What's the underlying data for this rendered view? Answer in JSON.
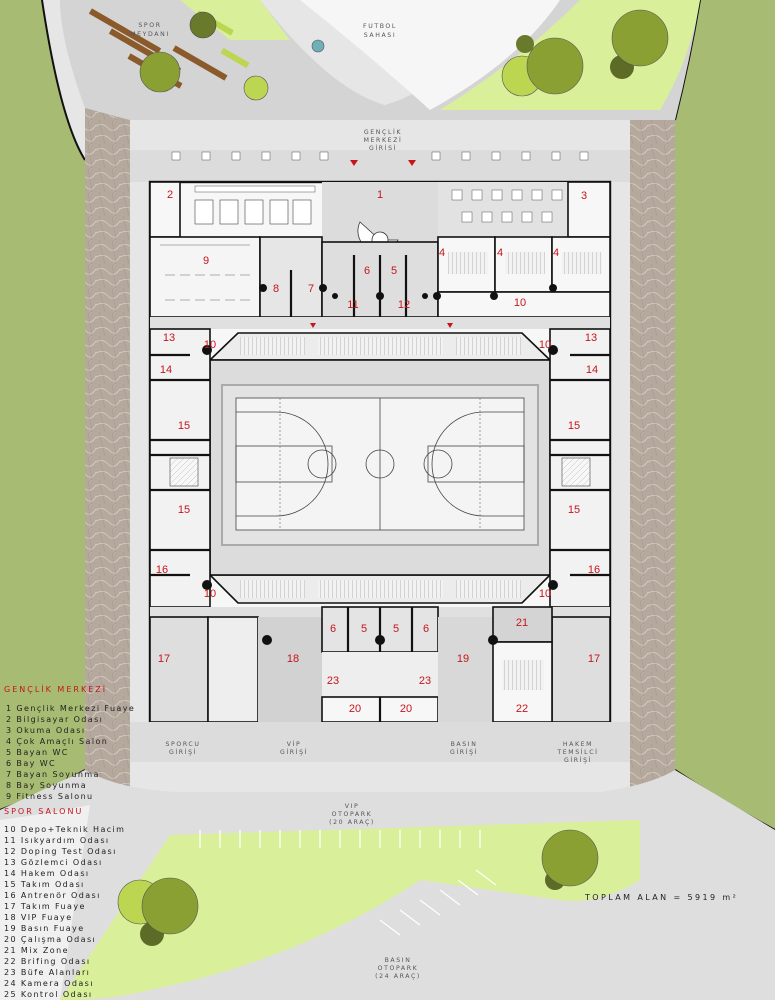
{
  "site_labels": {
    "spor_meydani": [
      "SPOR",
      "MEYDANI"
    ],
    "futbol_sahasi": [
      "FUTBOL",
      "SAHASI"
    ],
    "genclik_girisi": [
      "GENÇLİK",
      "MERKEZİ",
      "GİRİŞİ"
    ],
    "sporcu_girisi": [
      "SPORCU",
      "GİRİŞİ"
    ],
    "vip_girisi": [
      "VİP",
      "GİRİŞİ"
    ],
    "basin_girisi": [
      "BASIN",
      "GİRİŞİ"
    ],
    "hakem_girisi": [
      "HAKEM",
      "TEMSİLCİ",
      "GİRİŞİ"
    ],
    "vip_otopark": [
      "VIP",
      "OTOPARK",
      "(20 ARAÇ)"
    ],
    "basin_otopark": [
      "BASIN",
      "OTOPARK",
      "(24 ARAÇ)"
    ]
  },
  "total_area": "TOPLAM ALAN = 5919 m²",
  "legend": {
    "genclik_title": "GENÇLİK MERKEZİ",
    "genclik_items": [
      "1  Gençlik Merkezi Fuaye",
      "2  Bilgisayar Odası",
      "3  Okuma Odası",
      "4  Çok Amaçlı Salon",
      "5  Bayan WC",
      "6  Bay WC",
      "7  Bayan Soyunma",
      "8  Bay Soyunma",
      "9  Fitness Salonu"
    ],
    "spor_title": "SPOR SALONU",
    "spor_items": [
      "10  Depo+Teknik Hacim",
      "11  Isıkyardım Odası",
      "12  Doping Test Odası",
      "13  Gözlemci Odası",
      "14  Hakem Odası",
      "15  Takım Odası",
      "16  Antrenör Odası",
      "17  Takım Fuaye",
      "18  VIP Fuaye",
      "19  Basın Fuaye",
      "20  Çalışma Odası",
      "21  Mix Zone",
      "22  Brifing Odası",
      "23  Büfe Alanları",
      "24  Kamera Odası",
      "25  Kontrol Odası"
    ]
  },
  "room_numbers": {
    "r1": "1",
    "r2": "2",
    "r3": "3",
    "r4a": "4",
    "r4b": "4",
    "r4c": "4",
    "r5a": "5",
    "r6a": "6",
    "r7": "7",
    "r8": "8",
    "r9": "9",
    "r10a": "10",
    "r10b": "10",
    "r10c": "10",
    "r10d": "10",
    "r10e": "10",
    "r11": "11",
    "r12": "12",
    "r13a": "13",
    "r13b": "13",
    "r14a": "14",
    "r14b": "14",
    "r15a": "15",
    "r15b": "15",
    "r15c": "15",
    "r15d": "15",
    "r16a": "16",
    "r16b": "16",
    "r17a": "17",
    "r17b": "17",
    "r18": "18",
    "r19": "19",
    "r20a": "20",
    "r20b": "20",
    "r21": "21",
    "r22": "22",
    "r23a": "23",
    "r23b": "23",
    "r5b": "5",
    "r5c": "5",
    "r6b": "6",
    "r6c": "6"
  },
  "colors": {
    "grass": "#a8bb72",
    "lawn": "#d9ef9a",
    "tree_dark": "#8ba033",
    "tree_light": "#bcd652",
    "marble": "#b5a99d",
    "accent_red": "#c4161c"
  }
}
